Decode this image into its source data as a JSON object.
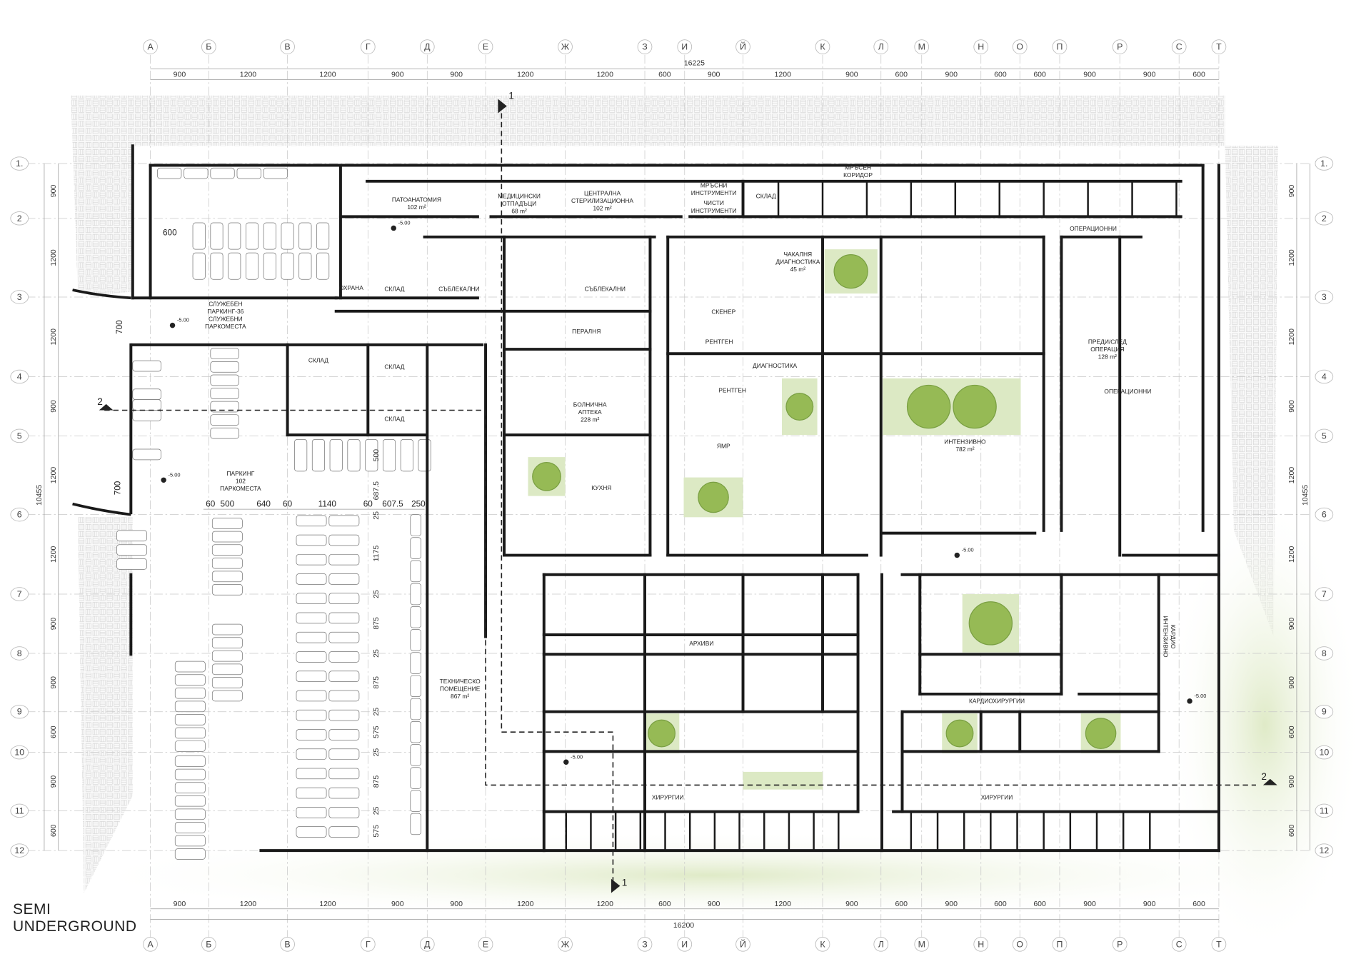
{
  "title": {
    "line1": "SEMI",
    "line2": "UNDERGROUND"
  },
  "grid": {
    "columns": [
      "А",
      "Б",
      "В",
      "Г",
      "Д",
      "Е",
      "Ж",
      "З",
      "И",
      "Й",
      "К",
      "Л",
      "М",
      "Н",
      "О",
      "П",
      "Р",
      "С",
      "Т"
    ],
    "rows": [
      "1.",
      "2",
      "3",
      "4",
      "5",
      "6",
      "7",
      "8",
      "9",
      "10",
      "11",
      "12"
    ]
  },
  "dimensions": {
    "top_total": "16225",
    "bottom_total": "16200",
    "left_total": "10455",
    "right_total": "10455",
    "top_spans": [
      "900",
      "1200",
      "1200",
      "900",
      "900",
      "1200",
      "1200",
      "600",
      "900",
      "1200",
      "900",
      "600",
      "900",
      "600",
      "600",
      "900",
      "900",
      "600"
    ],
    "bottom_spans": [
      "900",
      "1200",
      "1200",
      "900",
      "900",
      "1200",
      "1200",
      "600",
      "900",
      "1200",
      "900",
      "600",
      "900",
      "600",
      "600",
      "900",
      "900",
      "600"
    ],
    "row_spans": [
      "900",
      "1200",
      "1200",
      "900",
      "1200",
      "1200",
      "900",
      "900",
      "600",
      "900",
      "600"
    ],
    "parking_horizontal": [
      "60",
      "500",
      "640",
      "60",
      "1140",
      "60",
      "607.5",
      "250"
    ],
    "parking_vertical": [
      "687.5",
      "500",
      "25",
      "1175",
      "25",
      "875",
      "25",
      "875",
      "25",
      "575",
      "25",
      "875",
      "25",
      "575"
    ],
    "misc": [
      "600",
      "700",
      "700"
    ]
  },
  "elevation": "-5.00",
  "section_marks": [
    "1",
    "1",
    "2",
    "2"
  ],
  "rooms": [
    {
      "lines": [
        "ПАТОАНАТОМИЯ",
        "102 m²"
      ]
    },
    {
      "lines": [
        "МЕДИЦИНСКИ",
        "ОТПАДЪЦИ",
        "68 m²"
      ]
    },
    {
      "lines": [
        "ЦЕНТРАЛНА",
        "СТЕРИЛИЗАЦИОННА",
        "102 m²"
      ]
    },
    {
      "lines": [
        "МРЪСНИ",
        "ИНСТРУМЕНТИ"
      ]
    },
    {
      "lines": [
        "ЧИСТИ",
        "ИНСТРУМЕНТИ"
      ]
    },
    {
      "lines": [
        "СКЛАД"
      ]
    },
    {
      "lines": [
        "МРЪСЕН",
        "КОРИДОР"
      ]
    },
    {
      "lines": [
        "ОПЕРАЦИОННИ"
      ]
    },
    {
      "lines": [
        "ЧАКАЛНЯ",
        "ДИАГНОСТИКА",
        "45 m²"
      ]
    },
    {
      "lines": [
        "СКЕНЕР"
      ]
    },
    {
      "lines": [
        "РЕНТГЕН"
      ]
    },
    {
      "lines": [
        "ДИАГНОСТИКА"
      ]
    },
    {
      "lines": [
        "РЕНТГЕН"
      ]
    },
    {
      "lines": [
        "ЯМР"
      ]
    },
    {
      "lines": [
        "ПРЕДИ/СЛЕД",
        "ОПЕРАЦИЯ",
        "128 m²"
      ]
    },
    {
      "lines": [
        "ОПЕРАЦИОННИ"
      ]
    },
    {
      "lines": [
        "ИНТЕНЗИВНО",
        "782 m²"
      ]
    },
    {
      "lines": [
        "ПЕРАЛНЯ"
      ]
    },
    {
      "lines": [
        "БОЛНИЧНА",
        "АПТЕКА",
        "228 m²"
      ]
    },
    {
      "lines": [
        "КУХНЯ"
      ]
    },
    {
      "lines": [
        "СЪБЛЕКАЛНИ"
      ]
    },
    {
      "lines": [
        "СЪБЛЕКАЛНИ"
      ]
    },
    {
      "lines": [
        "ОХРАНА"
      ]
    },
    {
      "lines": [
        "СКЛАД"
      ]
    },
    {
      "lines": [
        "СЛУЖЕБЕН",
        "ПАРКИНГ-36",
        "СЛУЖЕБНИ",
        "ПАРКОМЕСТА"
      ]
    },
    {
      "lines": [
        "СКЛАД"
      ]
    },
    {
      "lines": [
        "СКЛАД"
      ]
    },
    {
      "lines": [
        "СКЛАД"
      ]
    },
    {
      "lines": [
        "ПАРКИНГ",
        "102",
        "ПАРКОМЕСТА"
      ]
    },
    {
      "lines": [
        "ТЕХНИЧЕСКО",
        "ПОМЕЩЕНИЕ",
        "867 m²"
      ]
    },
    {
      "lines": [
        "АРХИВИ"
      ]
    },
    {
      "lines": [
        "ХИРУРГИИ"
      ]
    },
    {
      "lines": [
        "ХИРУРГИИ"
      ]
    },
    {
      "lines": [
        "КАРДИОХИРУРГИИ"
      ]
    },
    {
      "lines": [
        "КАРДИО",
        "ИНТЕНЗИВНО"
      ]
    }
  ],
  "colors": {
    "wall": "#1a1a1a",
    "courtyard": "#dce9c4",
    "tree": "#8fb54a",
    "landscape": "#e6efd6"
  }
}
